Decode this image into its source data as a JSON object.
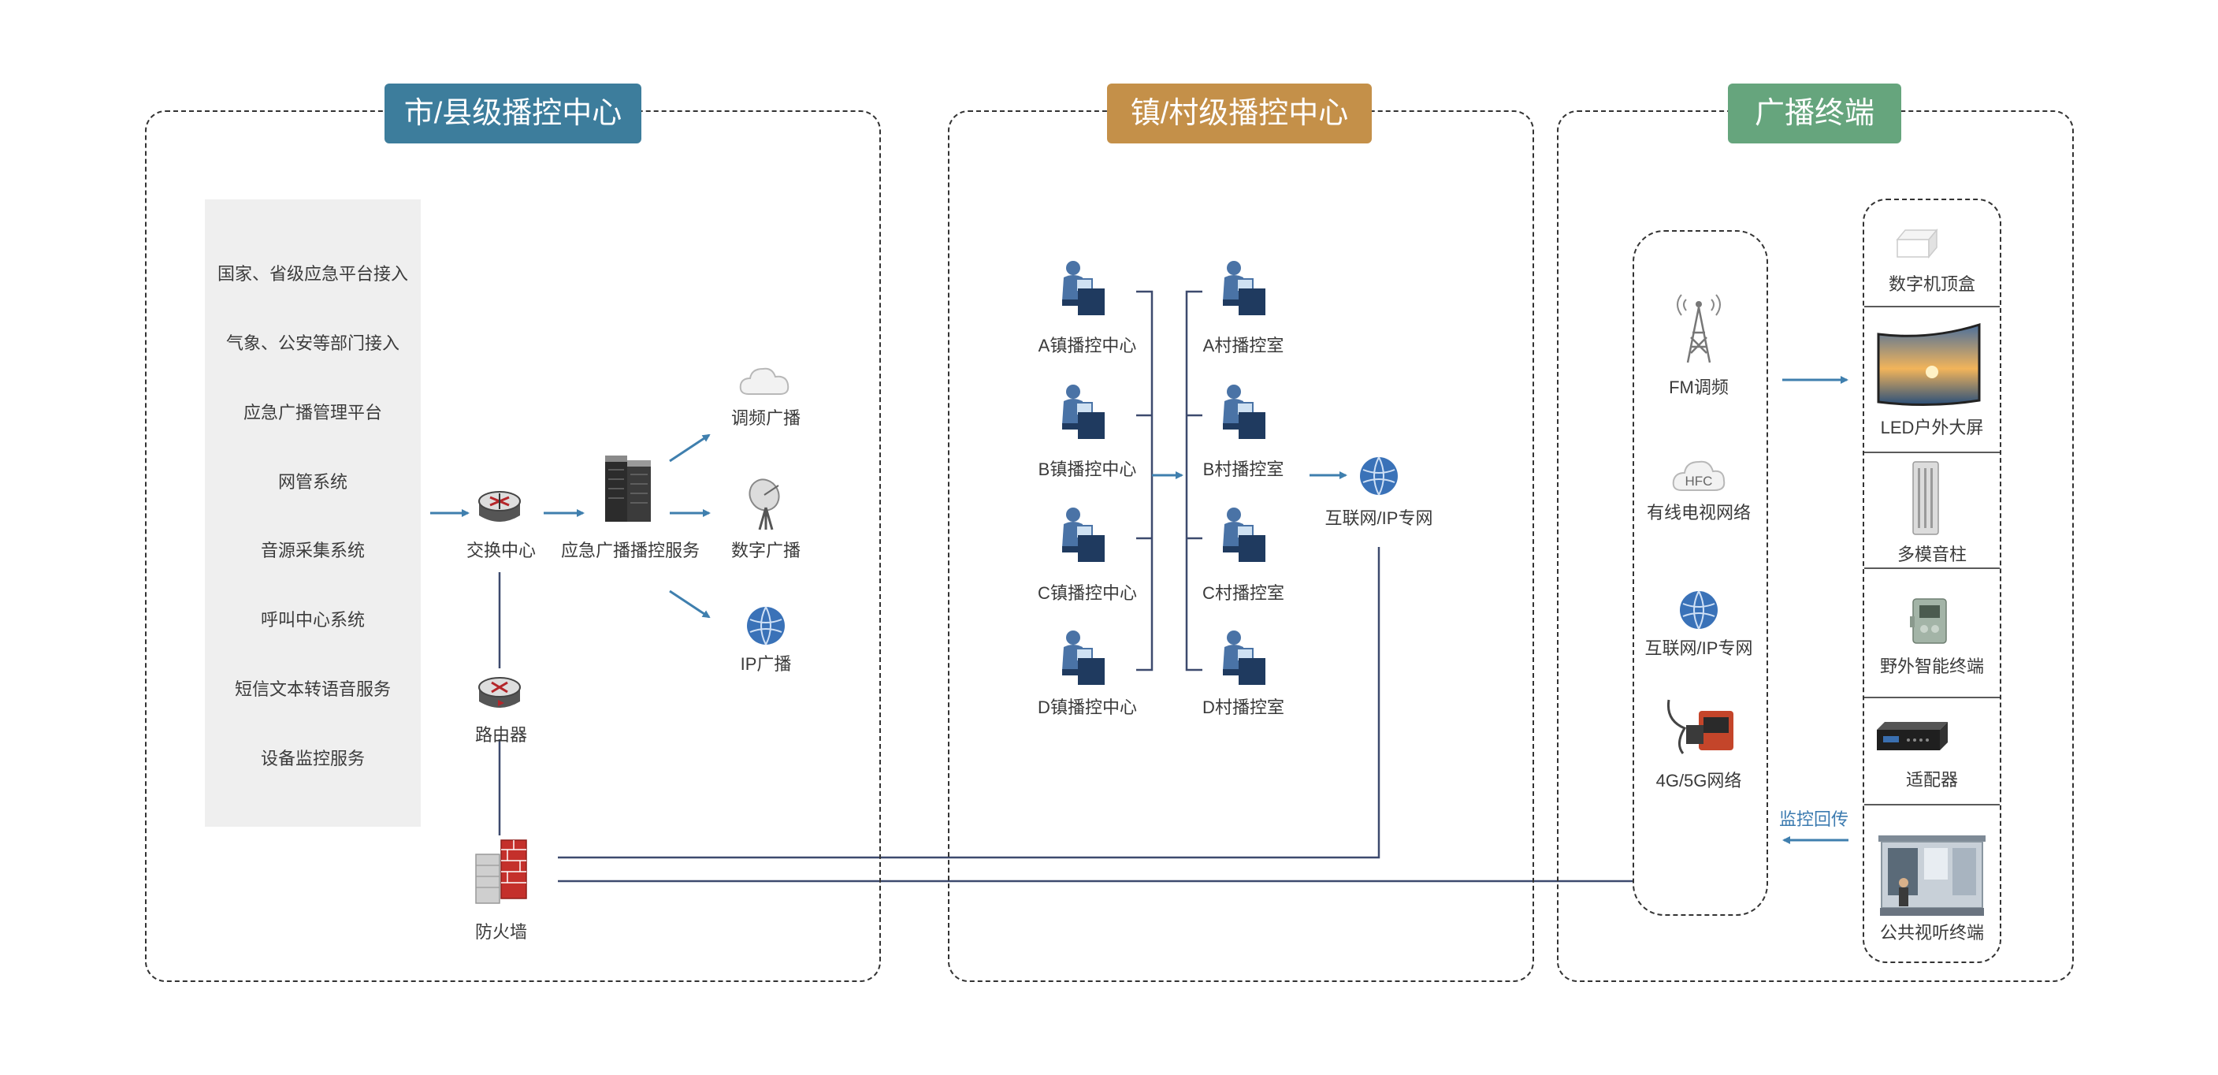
{
  "panels": {
    "city": {
      "title": "市/县级播控中心",
      "color": "#3d7d9c"
    },
    "town": {
      "title": "镇/村级播控中心",
      "color": "#c49049"
    },
    "terminal": {
      "title": "广播终端",
      "color": "#66a57d"
    }
  },
  "city": {
    "sources": [
      "国家、省级应急平台接入",
      "气象、公安等部门接入",
      "应急广播管理平台",
      "网管系统",
      "音源采集系统",
      "呼叫中心系统",
      "短信文本转语音服务",
      "设备监控服务"
    ],
    "switch": "交换中心",
    "server": "应急广播播控服务",
    "fm": "调频广播",
    "digital": "数字广播",
    "ip": "IP广播",
    "router": "路由器",
    "firewall": "防火墙"
  },
  "town": {
    "towns": [
      "A镇播控中心",
      "B镇播控中心",
      "C镇播控中心",
      "D镇播控中心"
    ],
    "villages": [
      "A村播控室",
      "B村播控室",
      "C村播控室",
      "D村播控室"
    ],
    "network": "互联网/IP专网"
  },
  "terminal": {
    "networks": [
      "FM调频",
      "有线电视网络",
      "互联网/IP专网",
      "4G/5G网络"
    ],
    "hfc_badge": "HFC",
    "devices": [
      "数字机顶盒",
      "LED户外大屏",
      "多模音柱",
      "野外智能终端",
      "适配器",
      "公共视听终端"
    ],
    "monitor_return": "监控回传"
  },
  "colors": {
    "arrow": "#3f7fae",
    "line": "#3d4a6e",
    "globe": "#3a72b8"
  }
}
